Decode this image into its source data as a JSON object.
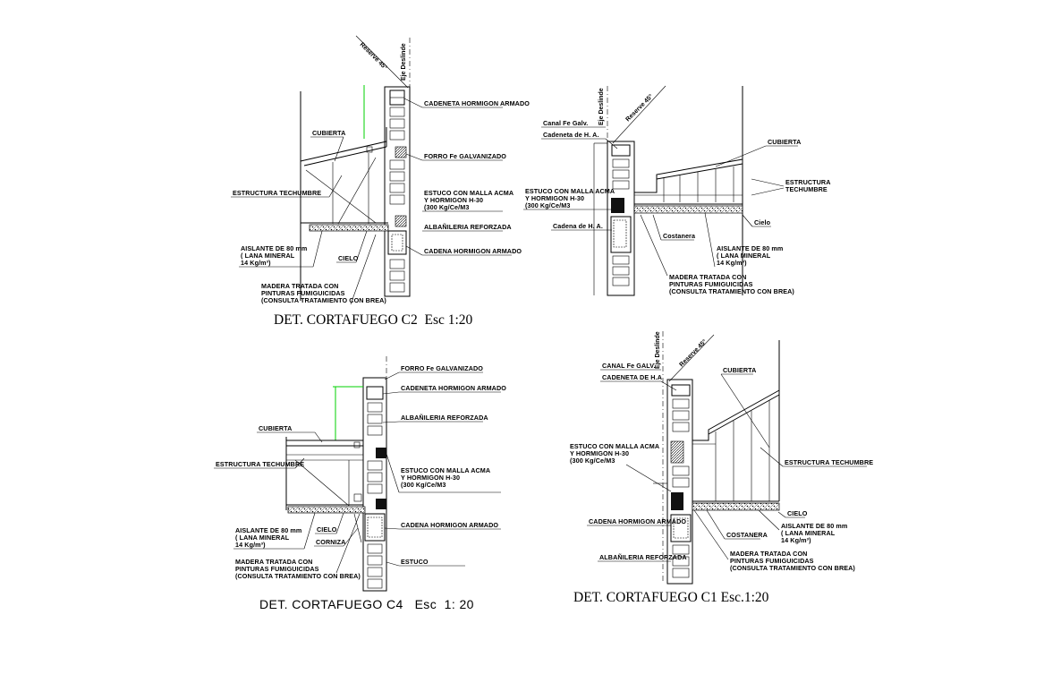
{
  "details": [
    {
      "id": "c2",
      "title": "DET. CORTAFUEGO C2  Esc 1:20",
      "labels": {
        "reserve": "Reserve 45°",
        "eje": "Eje Deslinde",
        "cadeneta": "CADENETA HORMIGON ARMADO",
        "cubierta": "CUBIERTA",
        "forro": "FORRO Fe GALVANIZADO",
        "estructura": "ESTRUCTURA TECHUMBRE",
        "estuco_1": "ESTUCO CON MALLA ACMA",
        "estuco_2": "Y HORMIGON H-30",
        "estuco_3": "(300 Kg/Ce/M3",
        "albanileria": "ALBAÑILERIA REFORZADA",
        "aislante_1": "AISLANTE DE 80 mm",
        "aislante_2": "( LANA MINERAL",
        "aislante_3": "14 Kg/m³)",
        "cielo": "CIELO",
        "cadena": "CADENA HORMIGON ARMADO",
        "madera_1": "MADERA TRATADA CON",
        "madera_2": "PINTURAS FUMIGUICIDAS",
        "madera_3": "(CONSULTA TRATAMIENTO CON BREA)"
      }
    },
    {
      "id": "c3",
      "title": "",
      "labels": {
        "eje": "Eje Deslinde",
        "reserve": "Reserve 45°",
        "canal": "Canal Fe Galv.",
        "cadeneta": "Cadeneta de H. A.",
        "cubierta": "CUBIERTA",
        "estuco_1": "ESTUCO CON MALLA ACMA",
        "estuco_2": "Y HORMIGON H-30",
        "estuco_3": "(300 Kg/Ce/M3",
        "estructura_1": "ESTRUCTURA",
        "estructura_2": "TECHUMBRE",
        "cielo": "Cielo",
        "cadena": "Cadena de H. A.",
        "costanera": "Costanera",
        "aislante_1": "AISLANTE DE 80 mm",
        "aislante_2": "( LANA MINERAL",
        "aislante_3": "14 Kg/m³)",
        "madera_1": "MADERA TRATADA CON",
        "madera_2": "PINTURAS FUMIGUICIDAS",
        "madera_3": "(CONSULTA TRATAMIENTO CON BREA)"
      }
    },
    {
      "id": "c4",
      "title": "DET. CORTAFUEGO C4   Esc  1: 20",
      "labels": {
        "forro": "FORRO Fe GALVANIZADO",
        "cadeneta": "CADENETA HORMIGON ARMADO",
        "albanileria": "ALBAÑILERIA REFORZADA",
        "cubierta": "CUBIERTA",
        "estructura": "ESTRUCTURA TECHUMBRE",
        "estuco_1": "ESTUCO CON MALLA ACMA",
        "estuco_2": "Y HORMIGON H-30",
        "estuco_3": "(300 Kg/Ce/M3",
        "cadena": "CADENA HORMIGON ARMADO",
        "aislante_1": "AISLANTE DE 80 mm",
        "aislante_2": "( LANA MINERAL",
        "aislante_3": "14 Kg/m³)",
        "cielo": "CIELO",
        "cornisa": "CORNIZA",
        "madera_1": "MADERA TRATADA CON",
        "madera_2": "PINTURAS FUMIGUICIDAS",
        "madera_3": "(CONSULTA TRATAMIENTO CON BREA)",
        "estuco_simple": "ESTUCO"
      }
    },
    {
      "id": "c1",
      "title": "DET. CORTAFUEGO C1 Esc.1:20",
      "labels": {
        "eje": "Eje Deslinde",
        "reserve": "Reserve 45°",
        "canal": "CANAL Fe GALV.",
        "cadeneta": "CADENETA DE H.A",
        "cubierta": "CUBIERTA",
        "estuco_1": "ESTUCO CON MALLA ACMA",
        "estuco_2": "Y HORMIGON H-30",
        "estuco_3": "(300 Kg/Ce/M3",
        "estructura": "ESTRUCTURA TECHUMBRE",
        "cadena": "CADENA HORMIGON ARMADO",
        "cielo": "CIELO",
        "aislante_1": "AISLANTE DE 80 mm",
        "aislante_2": "( LANA MINERAL",
        "aislante_3": "14 Kg/m³)",
        "costanera": "COSTANERA",
        "albanileria": "ALBAÑILERIA REFORZADA",
        "madera_1": "MADERA TRATADA CON",
        "madera_2": "PINTURAS FUMIGUICIDAS",
        "madera_3": "(CONSULTA TRATAMIENTO CON BREA)"
      }
    }
  ]
}
